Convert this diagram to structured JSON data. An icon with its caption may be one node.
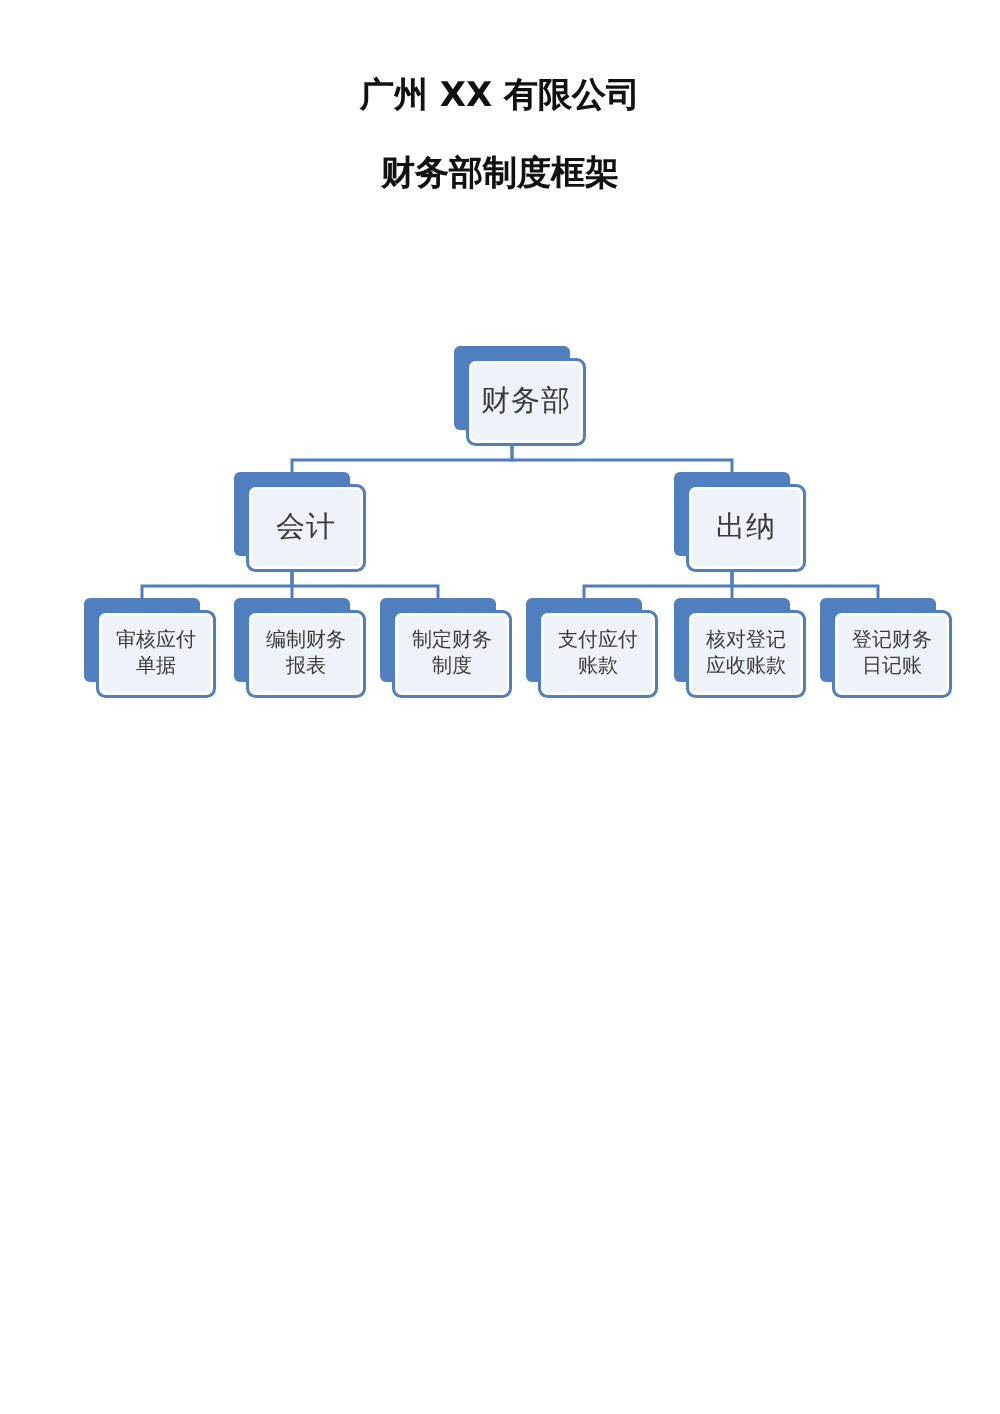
{
  "diagram": {
    "title": "广州 XX 有限公司",
    "nodes": [
      {
        "text": [
          "财务部"
        ]
      },
      {
        "text": [
          "会计"
        ]
      },
      {
        "text": [
          "出纳"
        ]
      },
      {
        "text": [
          "审核应付单据"
        ]
      },
      {
        "text": [
          "编制财务报表"
        ]
      },
      {
        "text": [
          "制定财务制度"
        ]
      },
      {
        "text": [
          "支付应付账款"
        ]
      },
      {
        "text": [
          "核对登记应收账款"
        ]
      },
      {
        "text": [
          "登记财务日记账"
        ]
      }
    ],
    "edges": [
      {
        "from": 0,
        "to": 1,
        "arrow": "none"
      },
      {
        "from": 0,
        "to": 2,
        "arrow": "none"
      },
      {
        "from": 1,
        "to": 3,
        "arrow": "none"
      },
      {
        "from": 1,
        "to": 4,
        "arrow": "none"
      },
      {
        "from": 1,
        "to": 5,
        "arrow": "none"
      },
      {
        "from": 2,
        "to": 6,
        "arrow": "none"
      },
      {
        "from": 2,
        "to": 7,
        "arrow": "none"
      },
      {
        "from": 2,
        "to": 8,
        "arrow": "none"
      }
    ],
    "labels": [
      "财务部制度框架"
    ]
  }
}
